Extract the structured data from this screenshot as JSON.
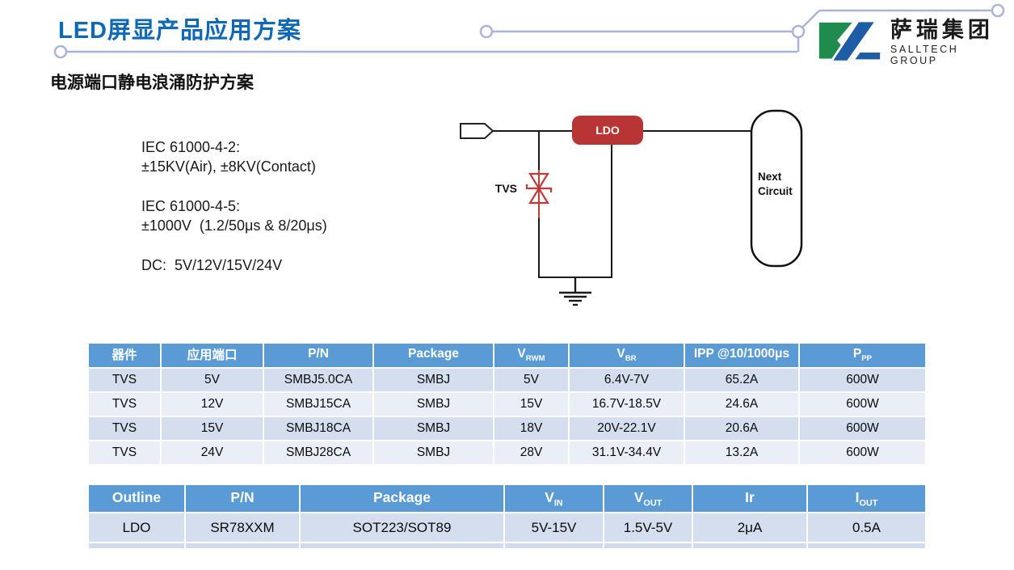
{
  "page": {
    "title": "LED屏显产品应用方案",
    "subtitle": "电源端口静电浪涌防护方案"
  },
  "logo": {
    "name_cn": "萨瑞集团",
    "name_en": "SALLTECH GROUP"
  },
  "specs": {
    "lines": [
      "IEC 61000-4-2:",
      "±15KV(Air), ±8KV(Contact)",
      "IEC 61000-4-5:",
      "±1000V  (1.2/50μs & 8/20μs)",
      "DC:  5V/12V/15V/24V"
    ]
  },
  "diagram": {
    "tvs_label": "TVS",
    "ldo_label": "LDO",
    "next_line1": "Next",
    "next_line2": "Circuit"
  },
  "tables": {
    "tvs": {
      "headers": [
        {
          "base": "器件",
          "sub": ""
        },
        {
          "base": "应用端口",
          "sub": ""
        },
        {
          "base": "P/N",
          "sub": ""
        },
        {
          "base": "Package",
          "sub": ""
        },
        {
          "base": "V",
          "sub": "RWM"
        },
        {
          "base": "V",
          "sub": "BR"
        },
        {
          "base": "IPP @10/1000μs",
          "sub": ""
        },
        {
          "base": "P",
          "sub": "PP"
        }
      ],
      "rows": [
        [
          "TVS",
          "5V",
          "SMBJ5.0CA",
          "SMBJ",
          "5V",
          "6.4V-7V",
          "65.2A",
          "600W"
        ],
        [
          "TVS",
          "12V",
          "SMBJ15CA",
          "SMBJ",
          "15V",
          "16.7V-18.5V",
          "24.6A",
          "600W"
        ],
        [
          "TVS",
          "15V",
          "SMBJ18CA",
          "SMBJ",
          "18V",
          "20V-22.1V",
          "20.6A",
          "600W"
        ],
        [
          "TVS",
          "24V",
          "SMBJ28CA",
          "SMBJ",
          "28V",
          "31.1V-34.4V",
          "13.2A",
          "600W"
        ]
      ]
    },
    "ldo": {
      "headers": [
        {
          "base": "Outline",
          "sub": ""
        },
        {
          "base": "P/N",
          "sub": ""
        },
        {
          "base": "Package",
          "sub": ""
        },
        {
          "base": "V",
          "sub": "IN"
        },
        {
          "base": "V",
          "sub": "OUT"
        },
        {
          "base": "Ir",
          "sub": ""
        },
        {
          "base": "I",
          "sub": "OUT"
        }
      ],
      "rows": [
        [
          "LDO",
          "SR78XXM",
          "SOT223/SOT89",
          "5V-15V",
          "1.5V-5V",
          "2μA",
          "0.5A"
        ]
      ]
    }
  },
  "colors": {
    "title_blue": "#0d68b6",
    "table_header_blue": "#5b9bd5",
    "band_dark": "#d5deee",
    "band_light": "#eaeef6",
    "ldo_red": "#b93434",
    "tvs_red": "#c03a3a",
    "deco_line": "#a8b5d7",
    "logo_green": "#1f8b4d",
    "logo_blue": "#1e5ca8"
  }
}
